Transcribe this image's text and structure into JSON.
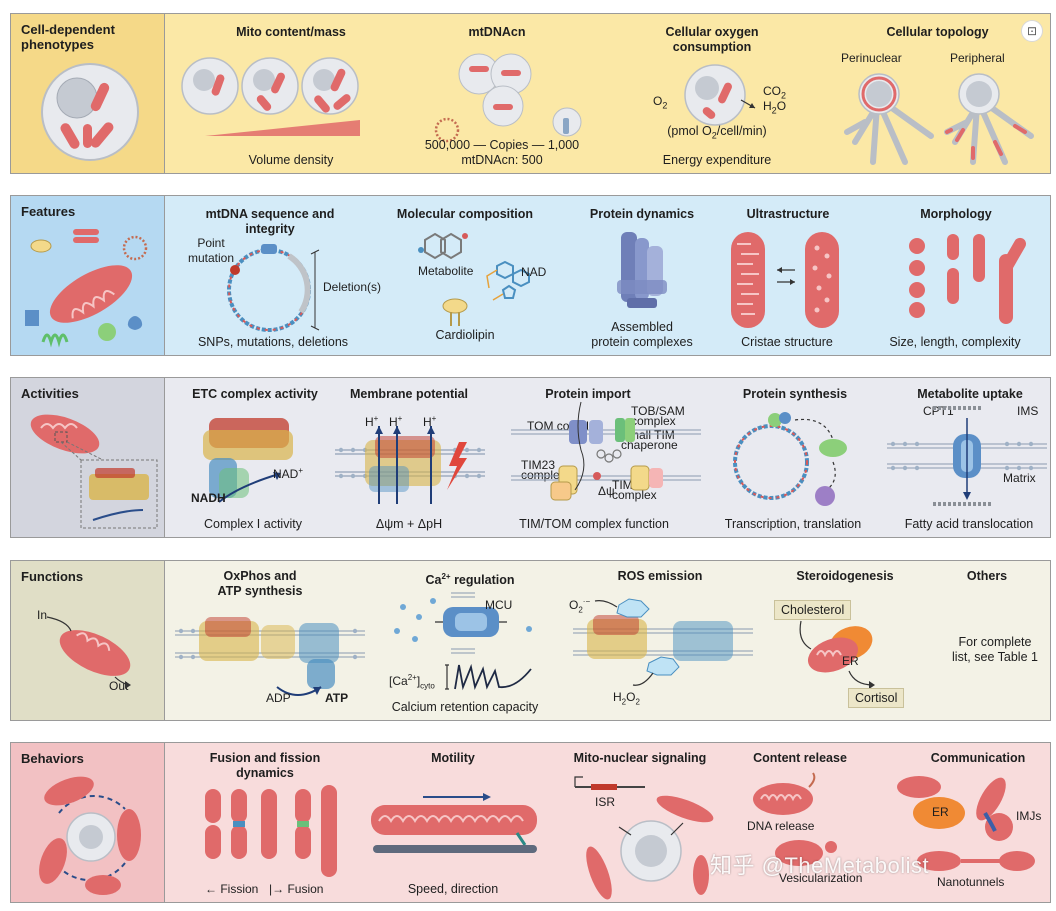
{
  "colors": {
    "phenotypes_bg": "#fbe8a6",
    "features_bg": "#d4ebf8",
    "activities_bg": "#e9eaf0",
    "functions_bg": "#f3f2e6",
    "behaviors_bg": "#f8dcdc",
    "mito_red": "#e06a6a",
    "membrane_blue": "#4a8fc0"
  },
  "phenotypes": {
    "title": "Cell-dependent phenotypes",
    "mito": {
      "title": "Mito content/mass",
      "caption": "Volume density"
    },
    "mtdna": {
      "title": "mtDNAcn",
      "copies_line": "500,000 — Copies — 1,000",
      "caption": "mtDNAcn: 500"
    },
    "oxygen": {
      "title": "Cellular oxygen consumption",
      "o2": "O",
      "o2_sub": "2",
      "co2": "CO",
      "co2_sub": "2",
      "h2o": "H",
      "h2o_sub": "2",
      "h2o_o": "O",
      "units_a": "(pmol O",
      "units_sub": "2",
      "units_b": "/cell/min)",
      "caption": "Energy expenditure"
    },
    "topology": {
      "title": "Cellular topology",
      "left_label": "Perinuclear",
      "right_label": "Peripheral"
    }
  },
  "features": {
    "title": "Features",
    "mtdna": {
      "title": "mtDNA sequence and integrity",
      "point_label": "Point mutation",
      "deletion_label": "Deletion(s)",
      "caption": "SNPs, mutations, deletions"
    },
    "molecular": {
      "title": "Molecular composition",
      "metabolite": "Metabolite",
      "nad": "NAD",
      "caption": "Cardiolipin"
    },
    "protein": {
      "title": "Protein dynamics",
      "caption_1": "Assembled",
      "caption_2": "protein complexes"
    },
    "ultra": {
      "title": "Ultrastructure",
      "caption": "Cristae structure"
    },
    "morph": {
      "title": "Morphology",
      "caption": "Size, length, complexity"
    }
  },
  "activities": {
    "title": "Activities",
    "etc": {
      "title": "ETC complex activity",
      "nad": "NAD",
      "nad_sup": "+",
      "nadh": "NADH",
      "caption": "Complex I activity"
    },
    "membrane": {
      "title": "Membrane potential",
      "h": "H",
      "h_sup": "+",
      "caption": "Δψm + ΔpH"
    },
    "import": {
      "title": "Protein import",
      "tom": "TOM complex",
      "tob": "TOB/SAM complex",
      "small_tim": "Small TIM chaperone",
      "tim23": "TIM23 complex",
      "tim22": "TIM22 complex",
      "dpsi": "Δψ",
      "caption": "TIM/TOM complex function"
    },
    "synthesis": {
      "title": "Protein synthesis",
      "caption": "Transcription, translation"
    },
    "uptake": {
      "title": "Metabolite uptake",
      "cpt1": "CPT1",
      "ims": "IMS",
      "matrix": "Matrix",
      "caption": "Fatty acid translocation"
    }
  },
  "functions": {
    "title": "Functions",
    "in_label": "In",
    "out_label": "Out",
    "oxphos": {
      "title_1": "OxPhos and",
      "title_2": "ATP synthesis",
      "adp": "ADP",
      "atp": "ATP"
    },
    "calcium": {
      "title_a": "Ca",
      "title_sup": "2+",
      "title_b": " regulation",
      "mcu": "MCU",
      "ca_a": "[Ca",
      "ca_sup": "2+",
      "ca_b": "]",
      "ca_sub": "cyto",
      "caption": "Calcium retention capacity"
    },
    "ros": {
      "title": "ROS emission",
      "o2": "O",
      "o2_sub": "2",
      "o2_sup": "·−",
      "h2o2_a": "H",
      "h2o2_sub1": "2",
      "h2o2_b": "O",
      "h2o2_sub2": "2"
    },
    "steroid": {
      "title": "Steroidogenesis",
      "cholesterol": "Cholesterol",
      "er": "ER",
      "cortisol": "Cortisol"
    },
    "others": {
      "title": "Others",
      "text_1": "For complete",
      "text_2": "list, see Table 1"
    }
  },
  "behaviors": {
    "title": "Behaviors",
    "fusion": {
      "title_1": "Fusion and fission",
      "title_2": "dynamics",
      "fission": "Fission",
      "fusion": "Fusion"
    },
    "motility": {
      "title": "Motility",
      "caption": "Speed, direction"
    },
    "signaling": {
      "title": "Mito-nuclear signaling",
      "isr": "ISR"
    },
    "release": {
      "title": "Content release",
      "dna": "DNA release",
      "vesic": "Vesicularization"
    },
    "comm": {
      "title": "Communication",
      "er": "ER",
      "imjs": "IMJs",
      "nanotunnels": "Nanotunnels"
    }
  },
  "watermark": "知乎 @TheMetabolist",
  "corner_icon": "scan-icon"
}
